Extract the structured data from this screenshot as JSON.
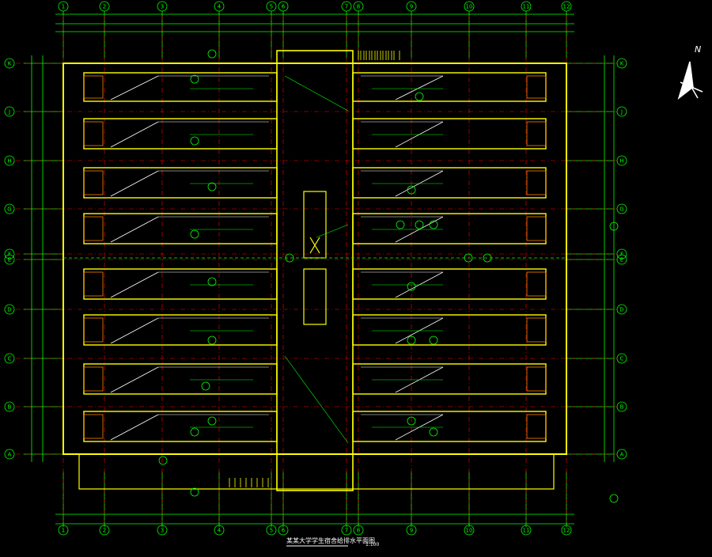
{
  "title_text": "某某大学学生宿舍给排水平面图",
  "scale_text": "1:100",
  "north_label": "N",
  "column_labels": [
    "1",
    "2",
    "3",
    "4",
    "5",
    "6",
    "7",
    "8",
    "9",
    "10",
    "11",
    "12"
  ],
  "row_labels": [
    "K",
    "J",
    "H",
    "G",
    "F",
    "E",
    "D",
    "C",
    "B",
    "A"
  ],
  "colors": {
    "background": "#000000",
    "wall": "#ffff00",
    "axis": "#ff0000",
    "dimension": "#00ff00",
    "pipe": "#ffffff",
    "label": "#00ff00",
    "accent": "#ff8000"
  }
}
